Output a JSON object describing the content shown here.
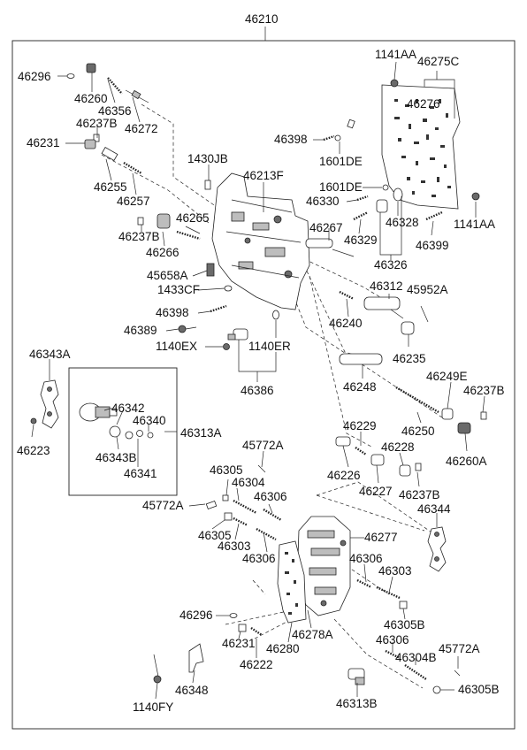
{
  "diagram": {
    "main_assembly_number": "46210",
    "labels": [
      {
        "id": "46210",
        "text": "46210"
      },
      {
        "id": "46296a",
        "text": "46296"
      },
      {
        "id": "46260",
        "text": "46260"
      },
      {
        "id": "46356",
        "text": "46356"
      },
      {
        "id": "46237Ba",
        "text": "46237B"
      },
      {
        "id": "46272",
        "text": "46272"
      },
      {
        "id": "46231a",
        "text": "46231"
      },
      {
        "id": "46255",
        "text": "46255"
      },
      {
        "id": "46257",
        "text": "46257"
      },
      {
        "id": "1430JB",
        "text": "1430JB"
      },
      {
        "id": "46213F",
        "text": "46213F"
      },
      {
        "id": "46265",
        "text": "46265"
      },
      {
        "id": "46237Bb",
        "text": "46237B"
      },
      {
        "id": "46266",
        "text": "46266"
      },
      {
        "id": "45658A",
        "text": "45658A"
      },
      {
        "id": "1433CF",
        "text": "1433CF"
      },
      {
        "id": "46398a",
        "text": "46398"
      },
      {
        "id": "46389",
        "text": "46389"
      },
      {
        "id": "1140EX",
        "text": "1140EX"
      },
      {
        "id": "1140ER",
        "text": "1140ER"
      },
      {
        "id": "46386",
        "text": "46386"
      },
      {
        "id": "1141AAa",
        "text": "1141AA"
      },
      {
        "id": "46275C",
        "text": "46275C"
      },
      {
        "id": "46276",
        "text": "46276"
      },
      {
        "id": "46398b",
        "text": "46398"
      },
      {
        "id": "1601DEa",
        "text": "1601DE"
      },
      {
        "id": "1601DEb",
        "text": "1601DE"
      },
      {
        "id": "46330",
        "text": "46330"
      },
      {
        "id": "46328",
        "text": "46328"
      },
      {
        "id": "1141AAb",
        "text": "1141AA"
      },
      {
        "id": "46267",
        "text": "46267"
      },
      {
        "id": "46329",
        "text": "46329"
      },
      {
        "id": "46399",
        "text": "46399"
      },
      {
        "id": "46326",
        "text": "46326"
      },
      {
        "id": "46312",
        "text": "46312"
      },
      {
        "id": "45952A",
        "text": "45952A"
      },
      {
        "id": "46240",
        "text": "46240"
      },
      {
        "id": "46235",
        "text": "46235"
      },
      {
        "id": "46343A",
        "text": "46343A"
      },
      {
        "id": "46342",
        "text": "46342"
      },
      {
        "id": "46340",
        "text": "46340"
      },
      {
        "id": "46313A",
        "text": "46313A"
      },
      {
        "id": "46343B",
        "text": "46343B"
      },
      {
        "id": "46341",
        "text": "46341"
      },
      {
        "id": "46223",
        "text": "46223"
      },
      {
        "id": "46248",
        "text": "46248"
      },
      {
        "id": "46249E",
        "text": "46249E"
      },
      {
        "id": "46237Bc",
        "text": "46237B"
      },
      {
        "id": "46250",
        "text": "46250"
      },
      {
        "id": "46260A",
        "text": "46260A"
      },
      {
        "id": "46229",
        "text": "46229"
      },
      {
        "id": "46228",
        "text": "46228"
      },
      {
        "id": "46226",
        "text": "46226"
      },
      {
        "id": "46227",
        "text": "46227"
      },
      {
        "id": "46237Bd",
        "text": "46237B"
      },
      {
        "id": "46344",
        "text": "46344"
      },
      {
        "id": "45772Aa",
        "text": "45772A"
      },
      {
        "id": "46305a",
        "text": "46305"
      },
      {
        "id": "46304a",
        "text": "46304"
      },
      {
        "id": "46306a",
        "text": "46306"
      },
      {
        "id": "45772Ab",
        "text": "45772A"
      },
      {
        "id": "46305b",
        "text": "46305"
      },
      {
        "id": "46303a",
        "text": "46303"
      },
      {
        "id": "46306b",
        "text": "46306"
      },
      {
        "id": "46277",
        "text": "46277"
      },
      {
        "id": "46306c",
        "text": "46306"
      },
      {
        "id": "46303b",
        "text": "46303"
      },
      {
        "id": "46305Ba",
        "text": "46305B"
      },
      {
        "id": "46296b",
        "text": "46296"
      },
      {
        "id": "46278A",
        "text": "46278A"
      },
      {
        "id": "46231b",
        "text": "46231"
      },
      {
        "id": "46280",
        "text": "46280"
      },
      {
        "id": "46222",
        "text": "46222"
      },
      {
        "id": "46306d",
        "text": "46306"
      },
      {
        "id": "46304B",
        "text": "46304B"
      },
      {
        "id": "45772Ac",
        "text": "45772A"
      },
      {
        "id": "46348",
        "text": "46348"
      },
      {
        "id": "1140FY",
        "text": "1140FY"
      },
      {
        "id": "46313B",
        "text": "46313B"
      },
      {
        "id": "46305Bb",
        "text": "46305B"
      }
    ]
  }
}
